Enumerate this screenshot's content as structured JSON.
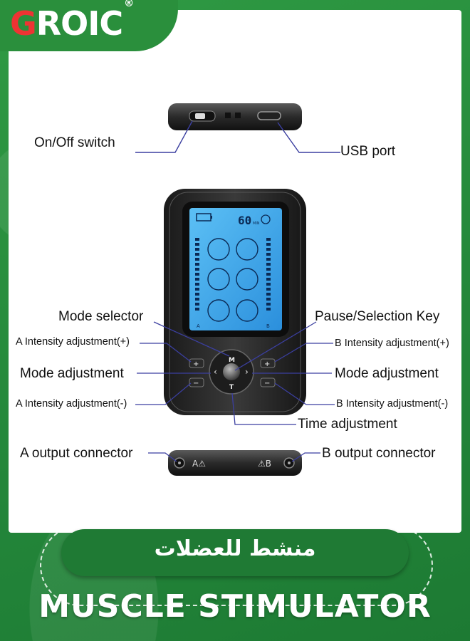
{
  "brand": {
    "logo_g": "G",
    "logo_rest": "ROIC",
    "registered": "®"
  },
  "labels": {
    "on_off_switch": "On/Off switch",
    "usb_port": "USB port",
    "mode_selector": "Mode selector",
    "pause_selection_key": "Pause/Selection Key",
    "a_intensity_plus": "A Intensity adjustment(+)",
    "b_intensity_plus": "B Intensity adjustment(+)",
    "mode_adjustment_left": "Mode adjustment",
    "mode_adjustment_right": "Mode adjustment",
    "a_intensity_minus": "A Intensity adjustment(-)",
    "b_intensity_minus": "B Intensity adjustment(-)",
    "time_adjustment": "Time adjustment",
    "a_output_connector": "A output connector",
    "b_output_connector": "B output connector"
  },
  "device": {
    "timer_value": "60",
    "timer_unit": "MIN",
    "button_m": "M",
    "button_t": "T",
    "plus": "+",
    "minus": "−",
    "left_arrow": "‹",
    "right_arrow": "›",
    "port_a": "A⚠",
    "port_b": "⚠B",
    "channel_a": "A",
    "channel_b": "B"
  },
  "banner": {
    "arabic": "منشط للعضلات",
    "title": "MUSCLE STIMULATOR"
  },
  "colors": {
    "brand_green": "#2a8f3c",
    "dark_green": "#1f7a34",
    "screen_blue": "#3aa3e8",
    "leader_line": "#3b3fa0"
  }
}
